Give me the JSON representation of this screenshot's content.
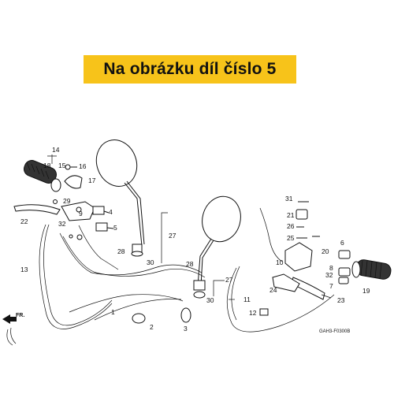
{
  "banner": {
    "text": "Na obrázku díl číslo 5",
    "color": "#f7c31a"
  },
  "diagram": {
    "direction_label": "FR.",
    "code": "GAH3-F0300B",
    "part_labels": [
      "14",
      "18",
      "15",
      "17",
      "29",
      "16",
      "4",
      "22",
      "5",
      "9",
      "32",
      "13",
      "28",
      "30",
      "27",
      "1",
      "2",
      "3",
      "28",
      "30",
      "27",
      "31",
      "21",
      "26",
      "25",
      "20",
      "10",
      "6",
      "8",
      "32",
      "7",
      "19",
      "24",
      "11",
      "12",
      "23"
    ]
  }
}
